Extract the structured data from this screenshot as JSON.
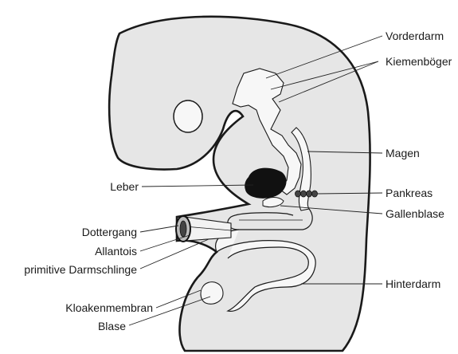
{
  "labels": {
    "vorderdarm": "Vorderdarm",
    "kiemenboegen": "Kiemenböger",
    "magen": "Magen",
    "leber": "Leber",
    "pankreas": "Pankreas",
    "gallenblase": "Gallenblase",
    "dottergang": "Dottergang",
    "allantois": "Allantois",
    "darmschlinge": "primitive Darmschlinge",
    "hinterdarm": "Hinterdarm",
    "kloakenmembran": "Kloakenmembran",
    "blase": "Blase"
  },
  "colors": {
    "body_fill": "#e6e6e6",
    "gut_fill": "#f7f7f7",
    "liver_fill": "#111111",
    "outline": "#1a1a1a"
  }
}
